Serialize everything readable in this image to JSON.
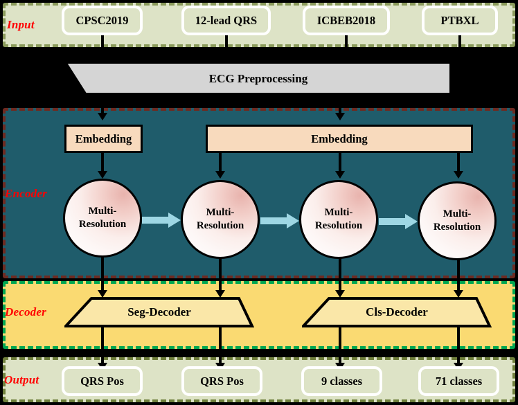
{
  "figure": {
    "title": "ECG deep-learning pipeline block diagram",
    "colors": {
      "input_band_bg": "#dde3c6",
      "input_band_border": "#8a9a5b",
      "encoder_band_bg": "#1f5c6b",
      "encoder_band_border": "#6e2a21",
      "decoder_band_bg": "#fada72",
      "decoder_band_border": "#00a651",
      "output_band_bg": "#dde3c6",
      "output_band_border": "#6f7f3c",
      "label_text": "#ff0000",
      "embedding_fill": "#f8dabd",
      "preprocessing_fill": "#d5d5d5",
      "decoder_shape_fill": "#fae7a8",
      "flow_arrow": "#9ed7e4",
      "canvas_bg": "#000000"
    }
  },
  "sections": {
    "input": {
      "label": "Input"
    },
    "encoder": {
      "label": "Encoder"
    },
    "decoder": {
      "label": "Decoder"
    },
    "output": {
      "label": "Output"
    }
  },
  "input": {
    "datasets": [
      {
        "label": "CPSC2019"
      },
      {
        "label": "12-lead QRS"
      },
      {
        "label": "ICBEB2018"
      },
      {
        "label": "PTBXL"
      }
    ]
  },
  "preprocessing": {
    "label": "ECG Preprocessing"
  },
  "encoder": {
    "embeddings": [
      {
        "label": "Embedding"
      },
      {
        "label": "Embedding"
      }
    ],
    "blocks": [
      {
        "line1": "Multi-",
        "line2": "Resolution"
      },
      {
        "line1": "Multi-",
        "line2": "Resolution"
      },
      {
        "line1": "Multi-",
        "line2": "Resolution"
      },
      {
        "line1": "Multi-",
        "line2": "Resolution"
      }
    ]
  },
  "decoder": {
    "decoders": [
      {
        "label": "Seg-Decoder"
      },
      {
        "label": "Cls-Decoder"
      }
    ]
  },
  "output": {
    "results": [
      {
        "label": "QRS Pos"
      },
      {
        "label": "QRS Pos"
      },
      {
        "label": "9 classes"
      },
      {
        "label": "71 classes"
      }
    ]
  }
}
